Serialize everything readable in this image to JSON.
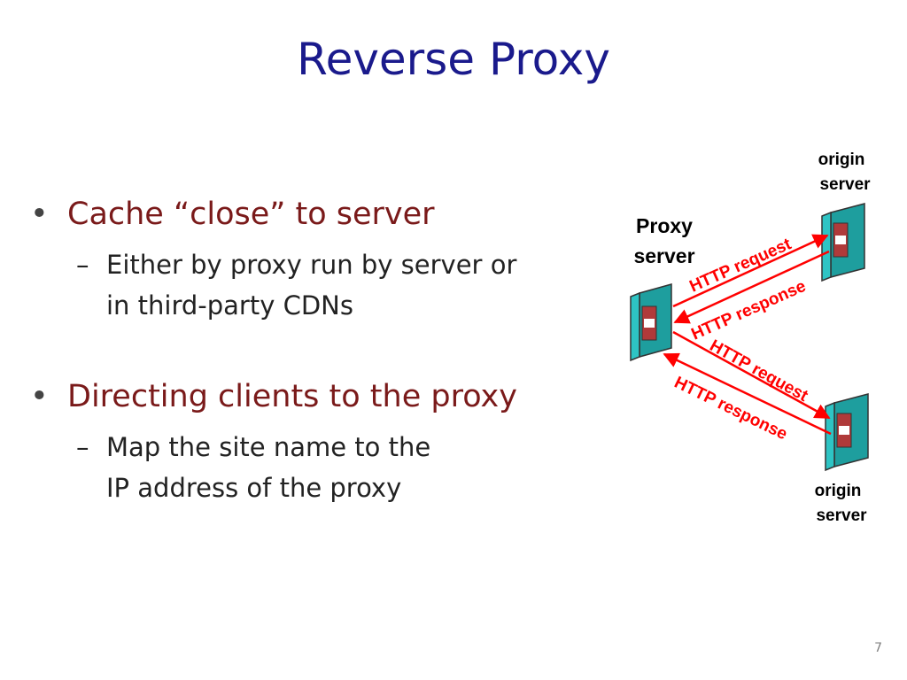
{
  "slide": {
    "title": "Reverse Proxy",
    "page_number": "7"
  },
  "bullets": [
    {
      "text": "Cache “close” to server",
      "sub_lines": [
        "Either by proxy run by server or",
        "in third-party CDNs"
      ]
    },
    {
      "text": "Directing clients to the proxy",
      "sub_lines": [
        "Map the site name to the",
        "IP address of the proxy"
      ]
    }
  ],
  "diagram": {
    "proxy_label_1": "Proxy",
    "proxy_label_2": "server",
    "origin_top_1": "origin",
    "origin_top_2": "server",
    "origin_bottom_1": "origin",
    "origin_bottom_2": "server",
    "arrows": {
      "top_request": "HTTP request",
      "top_response": "HTTP response",
      "bottom_request": "HTTP request",
      "bottom_response": "HTTP response"
    },
    "colors": {
      "server_face": "#2ec4c4",
      "server_slot": "#b03a3a",
      "arrow": "#ff0000",
      "title": "#1a1a8c",
      "bullet": "#7a1a1a"
    }
  }
}
